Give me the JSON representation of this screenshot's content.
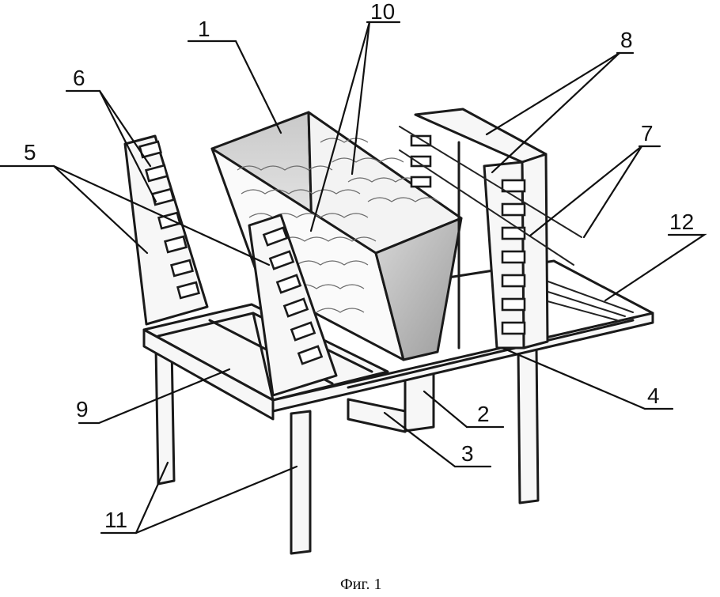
{
  "figure": {
    "caption": "Фиг. 1",
    "labels": [
      {
        "id": "1",
        "text": "1"
      },
      {
        "id": "10",
        "text": "10"
      },
      {
        "id": "6",
        "text": "6"
      },
      {
        "id": "8",
        "text": "8"
      },
      {
        "id": "5",
        "text": "5"
      },
      {
        "id": "7",
        "text": "7"
      },
      {
        "id": "12",
        "text": "12"
      },
      {
        "id": "4",
        "text": "4"
      },
      {
        "id": "9",
        "text": "9"
      },
      {
        "id": "2",
        "text": "2"
      },
      {
        "id": "3",
        "text": "3"
      },
      {
        "id": "11",
        "text": "11"
      }
    ]
  }
}
